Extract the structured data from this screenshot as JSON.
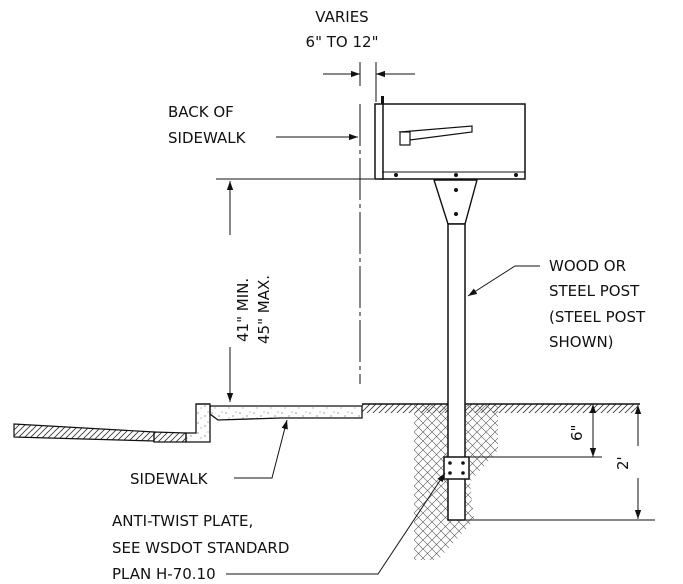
{
  "labels": {
    "varies_line1": "VARIES",
    "varies_line2": "6\" TO 12\"",
    "back_line1": "BACK OF",
    "back_line2": "SIDEWALK",
    "height_line1": "41\" MIN.",
    "height_line2": "45\" MAX.",
    "post_line1": "WOOD OR",
    "post_line2": "STEEL POST",
    "post_line3": "(STEEL POST",
    "post_line4": "SHOWN)",
    "six_in": "6\"",
    "two_ft": "2'",
    "sidewalk": "SIDEWALK",
    "plate_line1": "ANTI-TWIST PLATE,",
    "plate_line2": "SEE WSDOT STANDARD",
    "plate_line3": "PLAN H-70.10"
  },
  "colors": {
    "ink": "#111111"
  }
}
